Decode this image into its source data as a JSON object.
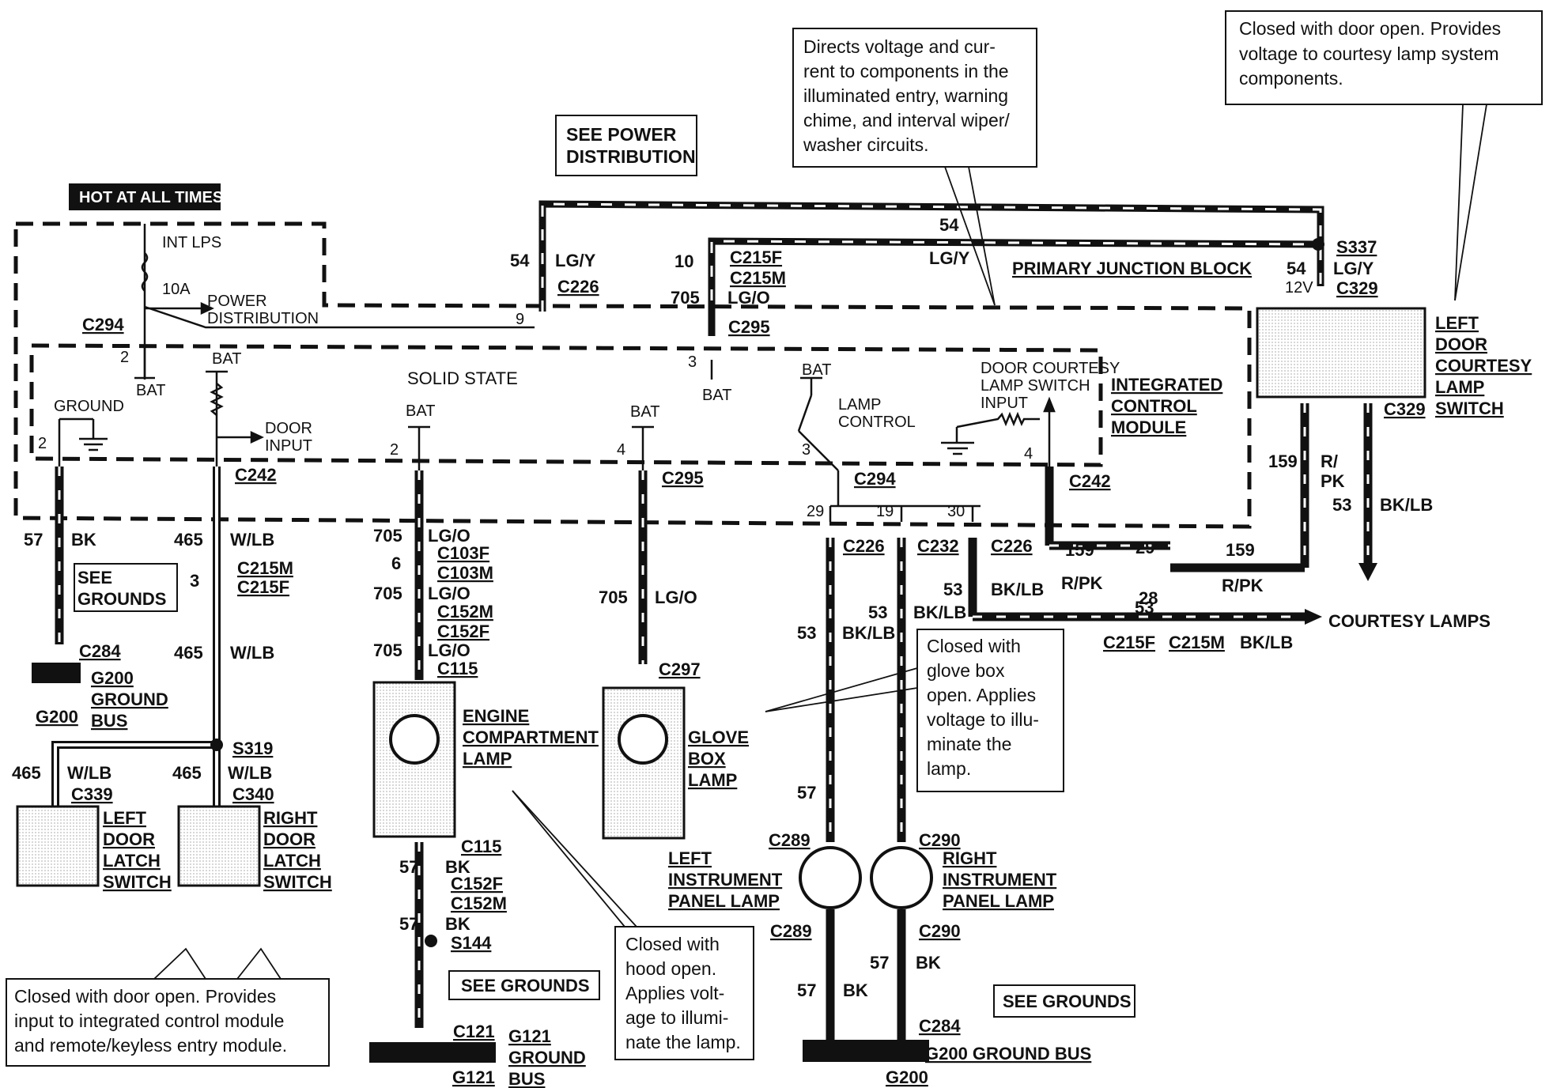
{
  "notes": {
    "hot_at_all_times": "HOT AT ALL TIMES",
    "see_power_distribution": [
      "SEE POWER",
      "DISTRIBUTION"
    ],
    "icm_directs": [
      "Directs voltage and cur-",
      "rent to components in the",
      "illuminated entry, warning",
      "chime, and interval wiper/",
      "washer circuits."
    ],
    "courtesy_switch_note": [
      "Closed with door open.  Provides",
      "voltage to courtesy lamp system",
      "components."
    ],
    "glove_box_note": [
      "Closed with",
      "glove box",
      "open.  Applies",
      "voltage to illu-",
      "minate the",
      "lamp."
    ],
    "hood_note": [
      "Closed with",
      "hood open.",
      "Applies volt-",
      "age to illumi-",
      "nate the lamp."
    ],
    "door_latch_note": [
      "Closed with door open. Provides",
      "input to integrated control module",
      "and remote/keyless entry module."
    ],
    "see_grounds": "SEE GROUNDS",
    "see_grounds_box": [
      "SEE",
      "GROUNDS"
    ]
  },
  "modules": {
    "pjb_label": "PRIMARY JUNCTION BLOCK",
    "icm_label": [
      "INTEGRATED",
      "CONTROL",
      "MODULE"
    ],
    "solid_state": "SOLID STATE",
    "int_lps": "INT LPS",
    "fuse": "10A",
    "power_dist": [
      "POWER",
      "DISTRIBUTION"
    ],
    "ground": "GROUND",
    "door_input": [
      "DOOR",
      "INPUT"
    ],
    "lamp_control": [
      "LAMP",
      "CONTROL"
    ],
    "door_courtesy_input": [
      "DOOR COURTESY",
      "LAMP SWITCH",
      "INPUT"
    ],
    "bat": "BAT",
    "v12": "12V"
  },
  "components": {
    "left_door_courtesy_switch": [
      "LEFT",
      "DOOR",
      "COURTESY",
      "LAMP",
      "SWITCH"
    ],
    "left_door_latch_switch": [
      "LEFT",
      "DOOR",
      "LATCH",
      "SWITCH"
    ],
    "right_door_latch_switch": [
      "RIGHT",
      "DOOR",
      "LATCH",
      "SWITCH"
    ],
    "engine_compartment_lamp": [
      "ENGINE",
      "COMPARTMENT",
      "LAMP"
    ],
    "glove_box_lamp": [
      "GLOVE",
      "BOX",
      "LAMP"
    ],
    "left_ip_lamp": [
      "LEFT",
      "INSTRUMENT",
      "PANEL LAMP"
    ],
    "right_ip_lamp": [
      "RIGHT",
      "INSTRUMENT",
      "PANEL LAMP"
    ],
    "courtesy_lamps": "COURTESY LAMPS",
    "g200_ground_bus": [
      "G200",
      "GROUND",
      "BUS"
    ],
    "g121_ground_bus": [
      "G121",
      "GROUND",
      "BUS"
    ],
    "g200_ground_bus_inline": "G200 GROUND BUS",
    "g200": "G200",
    "g121": "G121"
  },
  "connectors": {
    "c294": "C294",
    "c226": "C226",
    "c295": "C295",
    "c242": "C242",
    "c329": "C329",
    "s337": "S337",
    "c215f": "C215F",
    "c215m": "C215M",
    "c103f": "C103F",
    "c103m": "C103M",
    "c152m": "C152M",
    "c152f": "C152F",
    "c115": "C115",
    "c297": "C297",
    "c232": "C232",
    "c284": "C284",
    "s319": "S319",
    "c339": "C339",
    "c340": "C340",
    "c289": "C289",
    "c290": "C290",
    "s144": "S144",
    "c121": "C121"
  },
  "wires": {
    "n54": "54",
    "lgy": "LG/Y",
    "n10": "10",
    "n705": "705",
    "lgo": "LG/O",
    "n57": "57",
    "bk": "BK",
    "n465": "465",
    "wlb": "W/LB",
    "n6": "6",
    "n3": "3",
    "n53": "53",
    "bklb": "BK/LB",
    "n159": "159",
    "rpk": "R/PK",
    "r_": "R/",
    "pk": "PK",
    "n29": "29",
    "n28": "28",
    "n19": "19",
    "n30": "30",
    "n2": "2",
    "n4": "4",
    "n9": "9"
  }
}
